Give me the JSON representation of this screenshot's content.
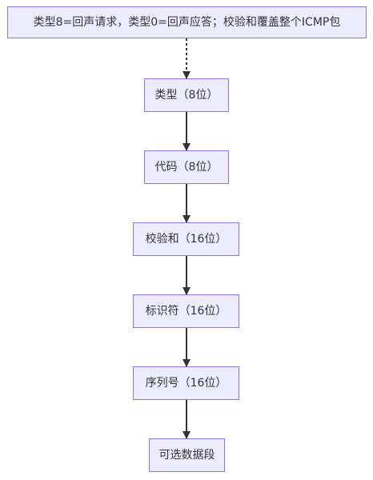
{
  "nodes": {
    "note": "类型8=回声请求，类型0=回声应答；校验和覆盖整个ICMP包",
    "type_field": "类型（8位）",
    "code_field": "代码（8位）",
    "checksum_field": "校验和（16位）",
    "identifier_field": "标识符（16位）",
    "sequence_field": "序列号（16位）",
    "optional_data": "可选数据段"
  },
  "colors": {
    "node_fill": "#ececff",
    "node_border": "#9370db",
    "edge": "#333333",
    "text": "#333333"
  }
}
